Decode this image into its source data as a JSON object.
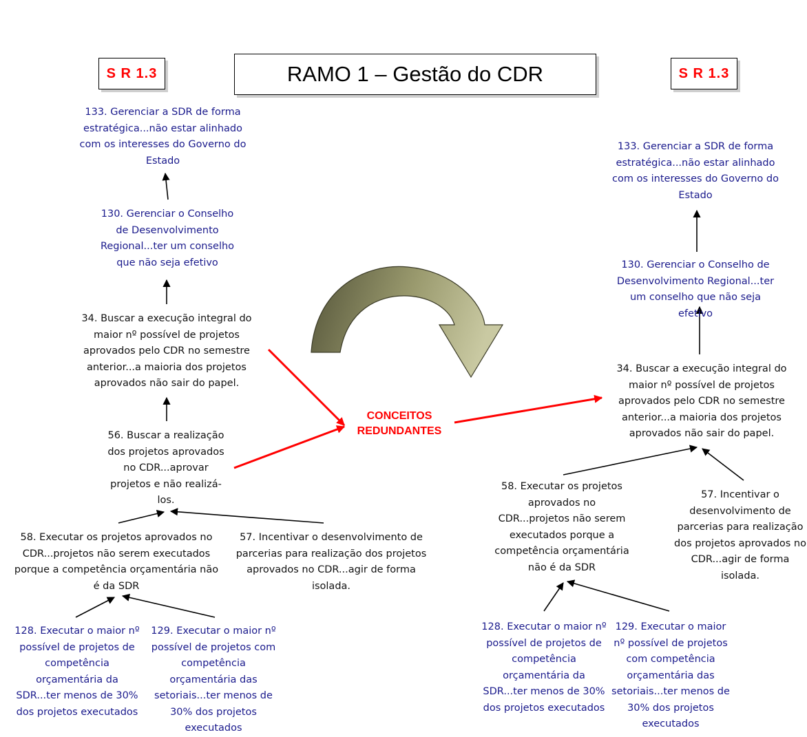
{
  "header": {
    "left_tag": "S R 1.3",
    "title": "RAMO 1 – Gestão do CDR",
    "right_tag": "S R 1.3"
  },
  "center": {
    "label_line1": "CONCEITOS",
    "label_line2": "REDUNDANTES"
  },
  "left": {
    "n133": "133. Gerenciar a SDR de forma estratégica...não estar alinhado com os interesses do Governo do Estado",
    "n130": "130. Gerenciar o Conselho de Desenvolvimento Regional...ter um conselho que não seja efetivo",
    "n34": "34. Buscar a execução integral do maior nº possível de projetos aprovados pelo CDR no semestre anterior...a maioria dos projetos aprovados não sair do papel.",
    "n56": "56. Buscar a realização dos projetos aprovados no CDR...aprovar projetos e não realizá-los.",
    "n58": "58. Executar os projetos aprovados no CDR...projetos não serem executados porque a competência orçamentária não é da SDR",
    "n57": "57. Incentivar o desenvolvimento de parcerias para realização dos projetos aprovados no CDR...agir de forma isolada.",
    "n128": "128. Executar o maior nº possível de projetos de competência orçamentária da SDR...ter menos de 30% dos projetos executados",
    "n129": "129. Executar o maior nº possível de projetos com competência orçamentária das setoriais...ter menos de 30% dos projetos executados"
  },
  "right": {
    "n133": "133. Gerenciar a SDR de forma estratégica...não estar alinhado com os interesses do Governo do Estado",
    "n130": "130. Gerenciar o Conselho de Desenvolvimento Regional...ter um conselho que não seja efetivo",
    "n34": "34. Buscar a execução integral do maior nº possível de projetos aprovados pelo CDR no semestre anterior...a maioria dos projetos aprovados não sair do papel.",
    "n58": "58. Executar os projetos aprovados no CDR...projetos não serem executados porque a competência orçamentária não é da SDR",
    "n57": "57. Incentivar o desenvolvimento de parcerias para realização dos projetos aprovados no CDR...agir de forma isolada.",
    "n128": "128. Executar o maior nº possível de projetos de competência orçamentária da SDR...ter menos de 30% dos projetos executados",
    "n129": "129. Executar o maior nº possível de projetos com competência orçamentária das setoriais...ter menos de 30% dos projetos executados"
  },
  "colors": {
    "goal_text": "#1a1a8c",
    "concept_text": "#111111",
    "redundant": "#ff0000",
    "arrow_light": "#c4c49a",
    "arrow_dark": "#55553a"
  }
}
